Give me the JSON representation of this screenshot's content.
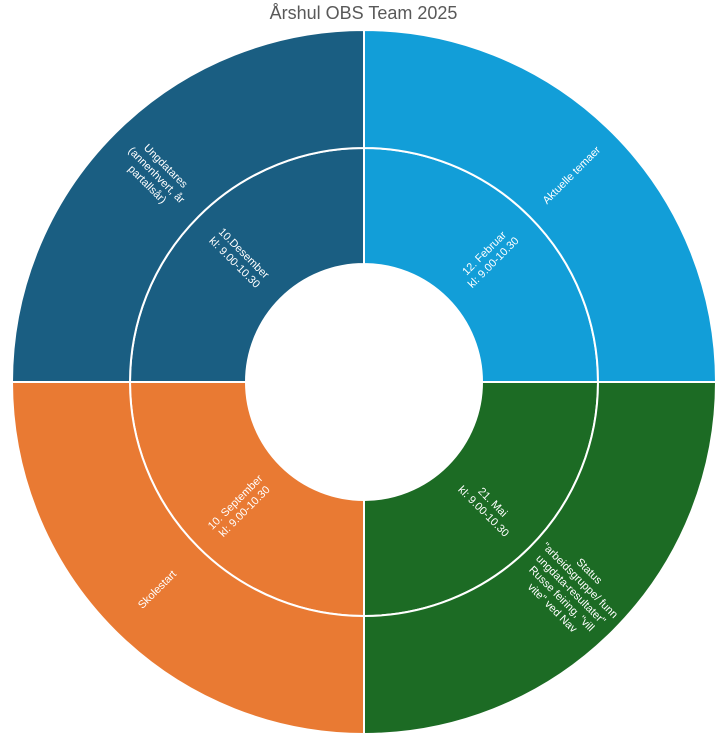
{
  "chart_data": {
    "type": "sunburst",
    "title": "Årshul OBS Team 2025",
    "segments": [
      {
        "inner": [
          "12. Februar",
          "kl: 9.00-10.30"
        ],
        "outer": [
          "Aktuelle temaer"
        ],
        "value": 1,
        "color": "#129ED8"
      },
      {
        "inner": [
          "21. Mai",
          "kl: 9.00-10.30"
        ],
        "outer": [
          "Status",
          "\"arbeidsgruppe/ funn",
          "ungdata-resultater\"",
          "Russe feiring, \"vill",
          "vite\" ved Nav"
        ],
        "value": 1,
        "color": "#1C6B24"
      },
      {
        "inner": [
          "10. September",
          "kl: 9.00-10.30"
        ],
        "outer": [
          "Skolestart"
        ],
        "value": 1,
        "color": "#E97A33"
      },
      {
        "inner": [
          "10.Desember",
          "kl: 9.00-10.30"
        ],
        "outer": [
          "Ungdatares",
          "(annenhvert, år",
          "partallsår)"
        ],
        "value": 1,
        "color": "#1A5E82"
      }
    ]
  }
}
